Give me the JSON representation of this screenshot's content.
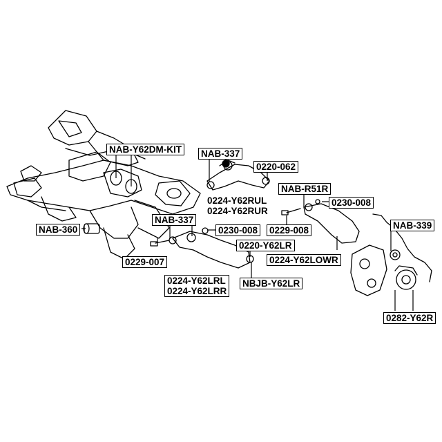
{
  "labels": {
    "nab_y62dm_kit": "NAB-Y62DM-KIT",
    "nab_337_upper": "NAB-337",
    "p0220_062": "0220-062",
    "nab_r51r": "NAB-R51R",
    "p0230_008_right": "0230-008",
    "p0224_y62rul": "0224-Y62RUL",
    "p0224_y62rur": "0224-Y62RUR",
    "nab_360": "NAB-360",
    "nab_337_lower": "NAB-337",
    "p0230_008_mid": "0230-008",
    "p0229_008": "0229-008",
    "nab_339": "NAB-339",
    "p0220_y62lr": "0220-Y62LR",
    "p0229_007": "0229-007",
    "p0224_y62lowr": "0224-Y62LOWR",
    "p0224_y62lrl": "0224-Y62LRL",
    "p0224_y62lrr": "0224-Y62LRR",
    "nbjb_y62lr": "NBJB-Y62LR",
    "p0282_y62r": "0282-Y62R"
  }
}
